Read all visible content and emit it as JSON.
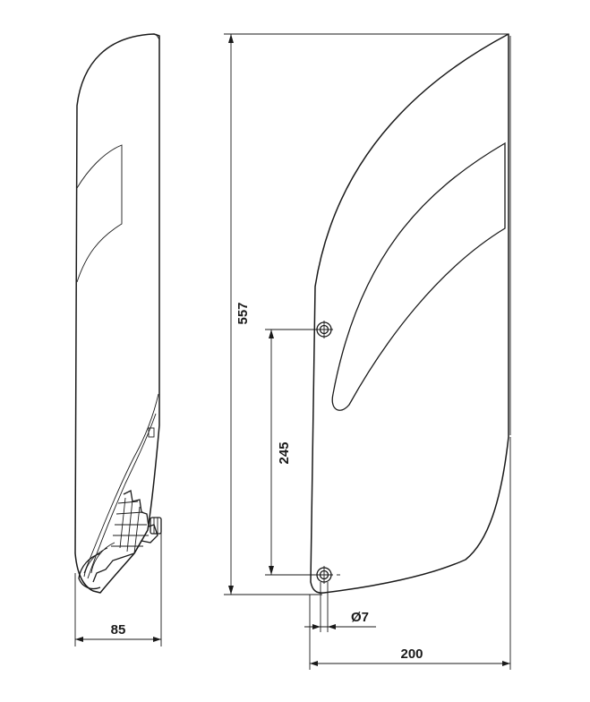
{
  "dimensions": {
    "height": "557",
    "hole_spacing": "245",
    "hole_diameter": "Ø7",
    "depth": "85",
    "width": "200"
  }
}
